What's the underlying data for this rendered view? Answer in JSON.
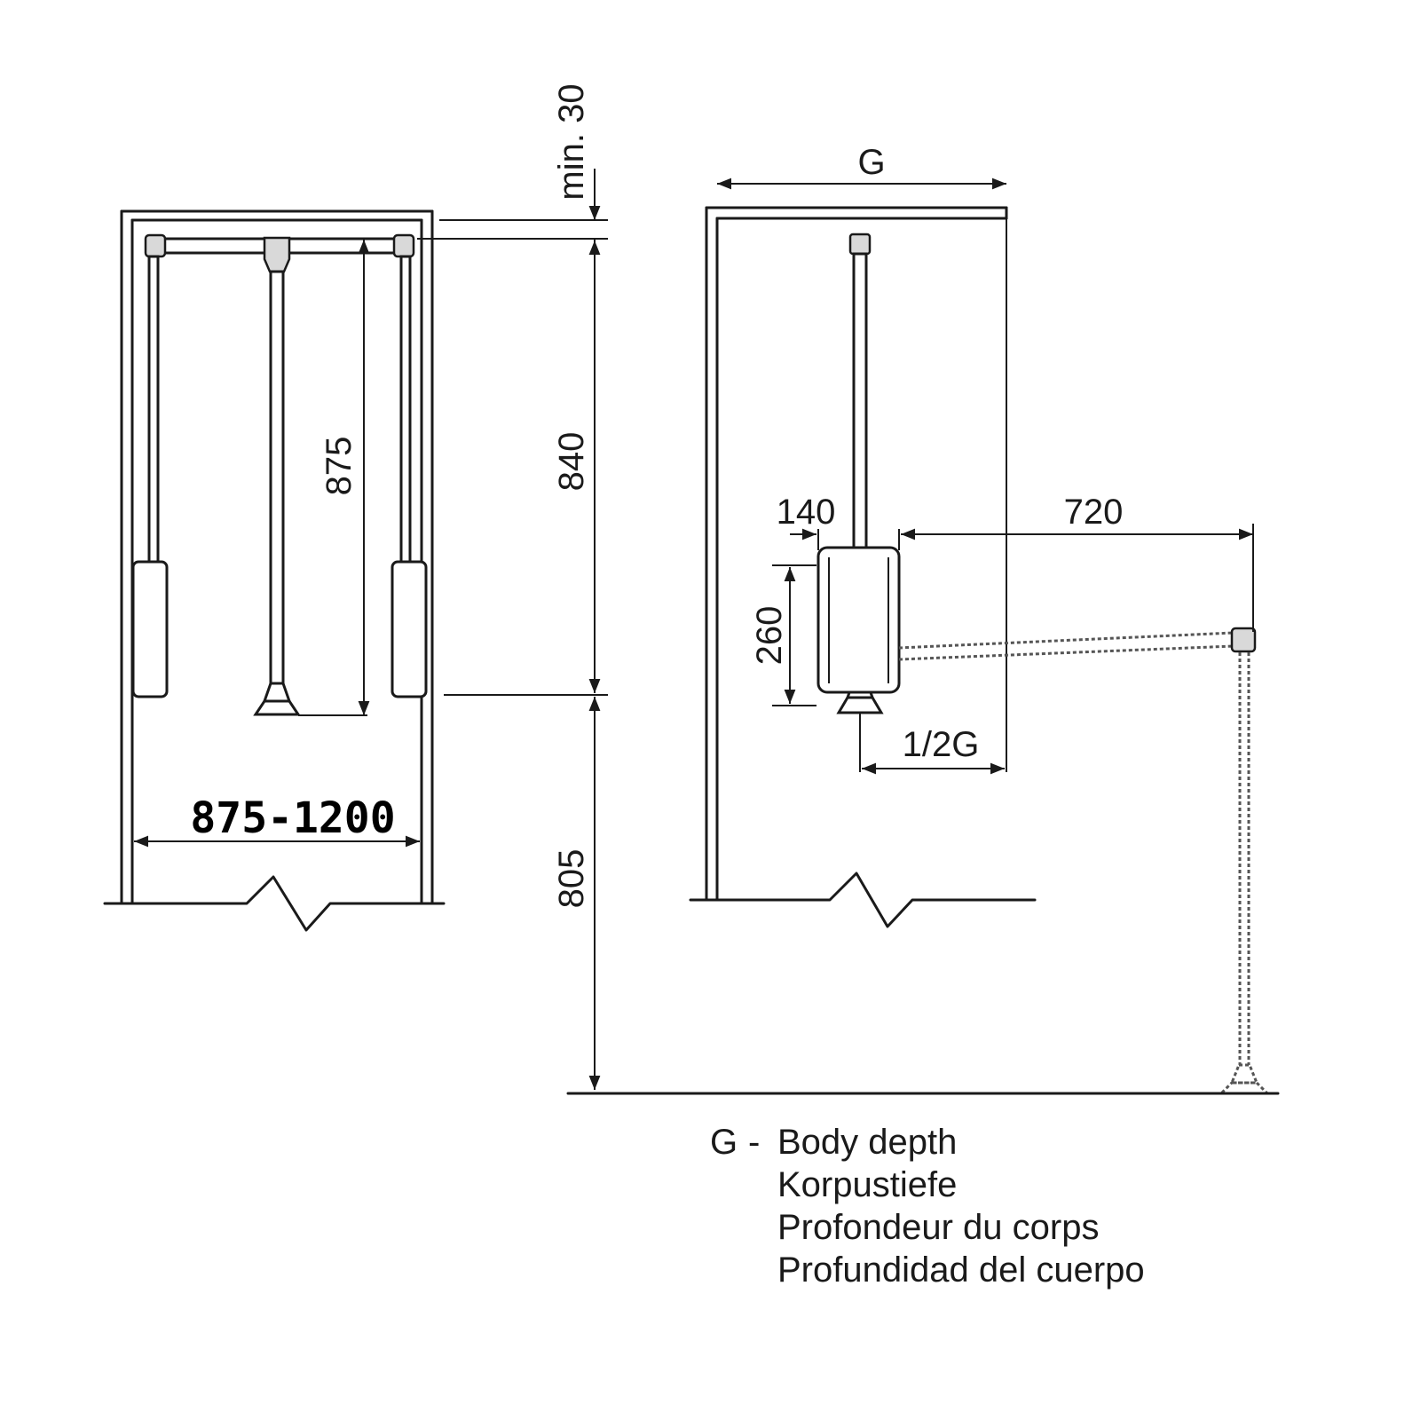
{
  "dimensions": {
    "min_gap": "min. 30",
    "width_range": "875-1200",
    "rod_height": "875",
    "lift_travel": "840",
    "lowered_height": "805",
    "depth_symbol": "G",
    "bracket_depth": "140",
    "bracket_height": "260",
    "pull_out": "720",
    "half_depth": "1/2G"
  },
  "legend": {
    "symbol": "G",
    "separator": "-",
    "lines": [
      "Body depth",
      "Korpustiefe",
      "Profondeur du corps",
      "Profundidad del cuerpo"
    ]
  }
}
